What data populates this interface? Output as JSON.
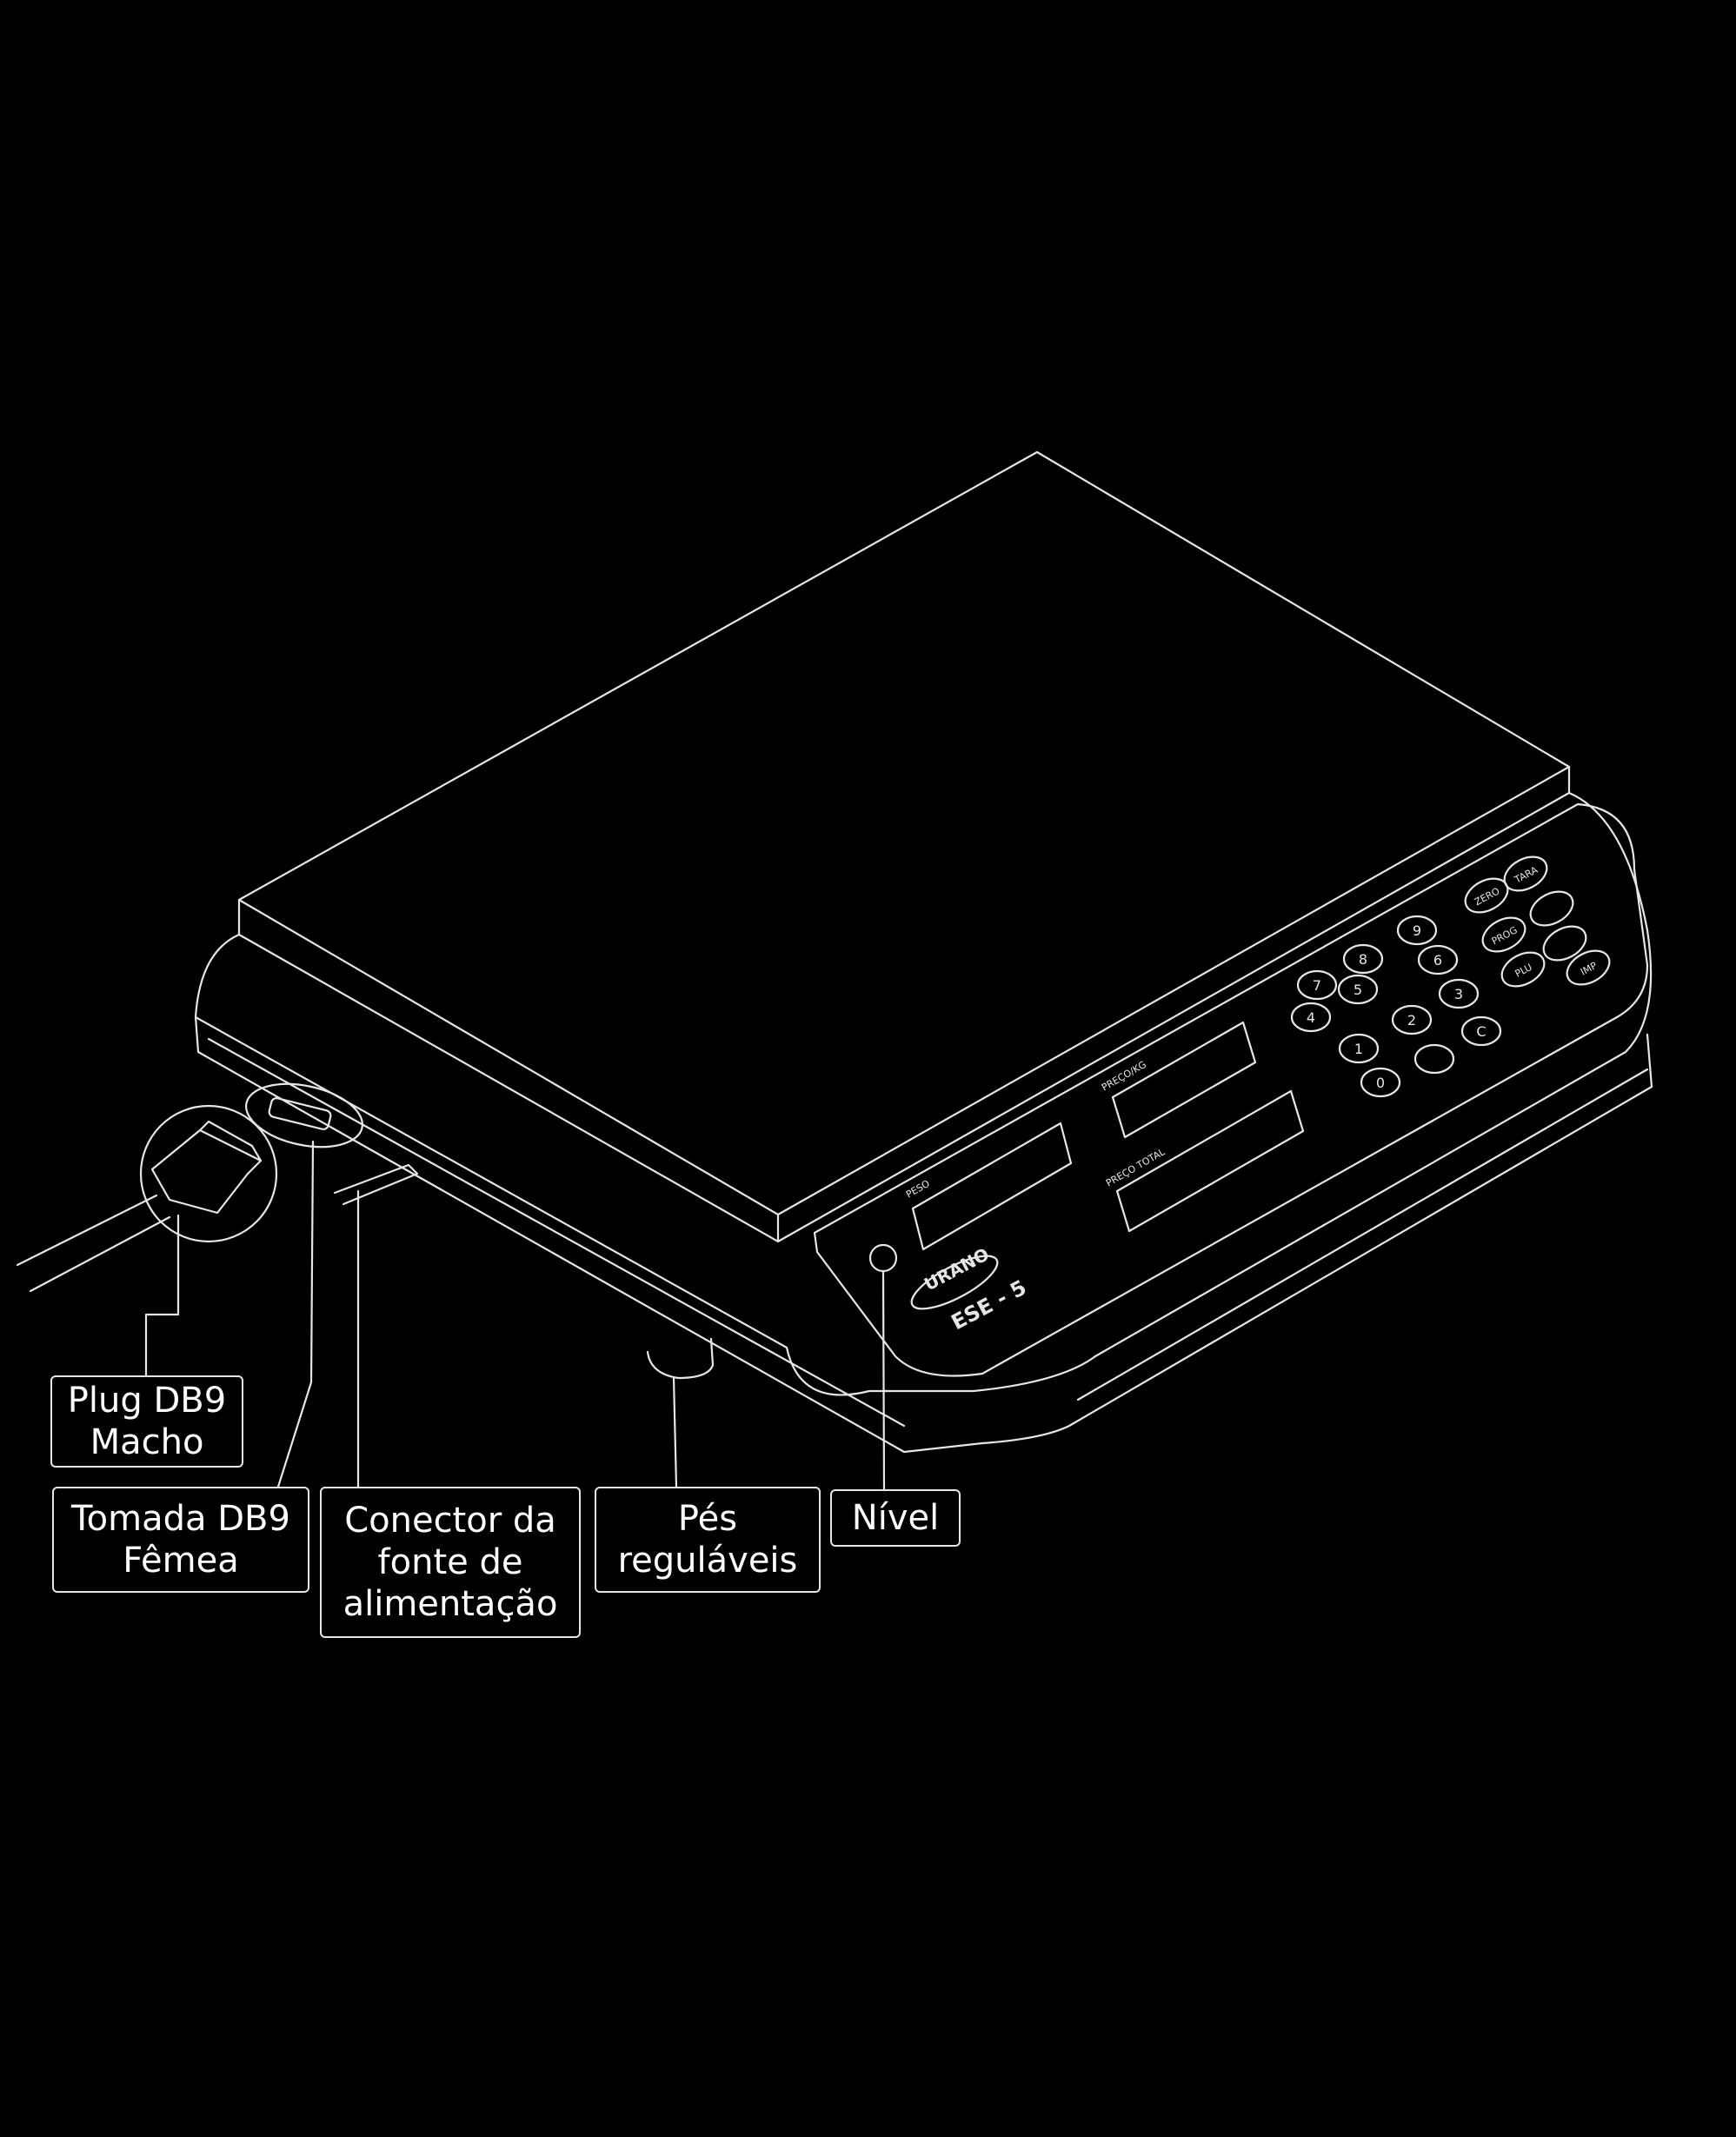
{
  "colors": {
    "background": "#000000",
    "line": "#e6e6e6",
    "text": "#ffffff"
  },
  "callouts": {
    "plug": {
      "line1": "Plug DB9",
      "line2": "Macho"
    },
    "tomada": {
      "line1": "Tomada DB9",
      "line2": "Fêmea"
    },
    "conector": {
      "line1": "Conector da",
      "line2": "fonte de",
      "line3": "alimentação"
    },
    "pes": {
      "line1": "Pés",
      "line2": "reguláveis"
    },
    "nivel": {
      "line1": "Nível"
    }
  },
  "scale": {
    "labels": {
      "peso": "PESO",
      "preco_kg": "PREÇO/KG",
      "preco_total": "PREÇO TOTAL",
      "brand": "URANO",
      "model": "ESE - 5"
    },
    "keypad": {
      "digits": [
        "7",
        "8",
        "9",
        "4",
        "5",
        "6",
        "1",
        "2",
        "3",
        "0"
      ],
      "function_keys": [
        "ZERO",
        "TARA",
        "PROG",
        "PLU",
        "IMP",
        "C"
      ]
    }
  }
}
